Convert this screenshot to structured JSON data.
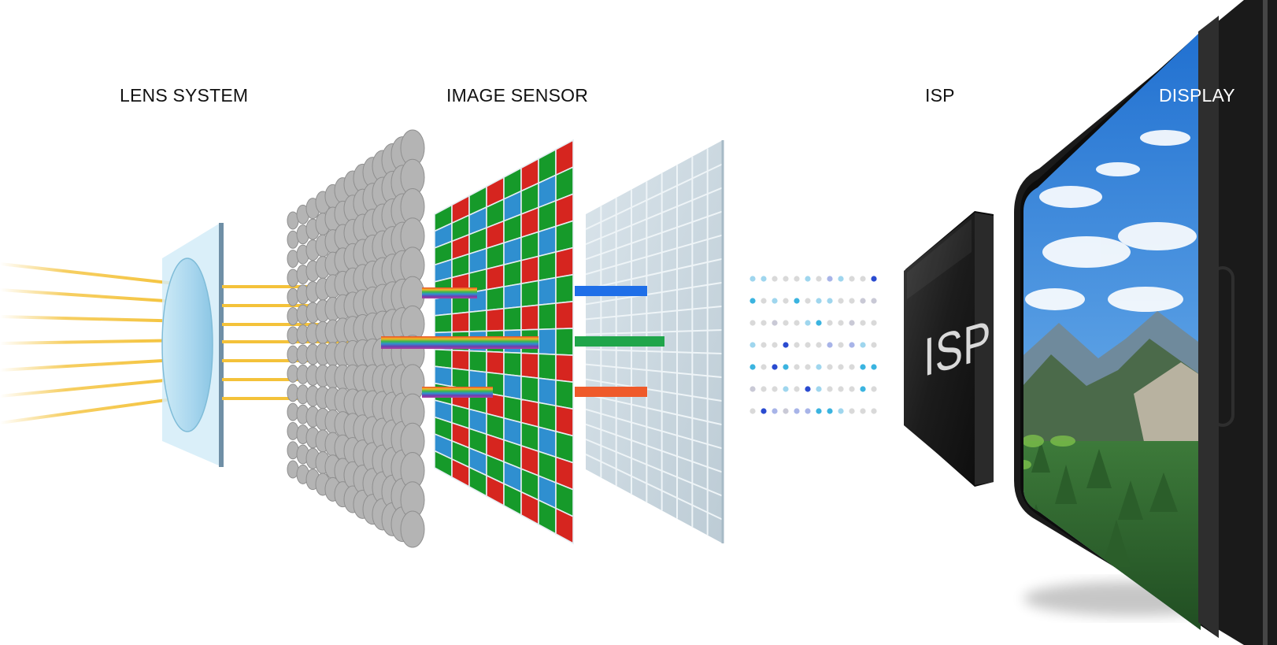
{
  "labels": {
    "lens": "LENS SYSTEM",
    "sensor": "IMAGE SENSOR",
    "isp": "ISP",
    "display": "DISPLAY"
  },
  "chip_text": "ISP",
  "icons": {
    "lens": "convex-lens",
    "microlens": "microlens-array",
    "filter": "bayer-color-filter",
    "photodiode": "photodiode-grid",
    "signal": "digital-signal-dots",
    "chip": "isp-chip",
    "phone": "smartphone-display"
  },
  "colors": {
    "light_ray": "#f4c23a",
    "filter_red": "#d6251f",
    "filter_green": "#169a2a",
    "filter_blue": "#2f8fd0",
    "out_blue": "#1f6fe8",
    "out_green": "#1fa54a",
    "out_red": "#ef5a2a",
    "chip_body": "#1c1c1c",
    "lens_glass": "#bfe3f3"
  }
}
